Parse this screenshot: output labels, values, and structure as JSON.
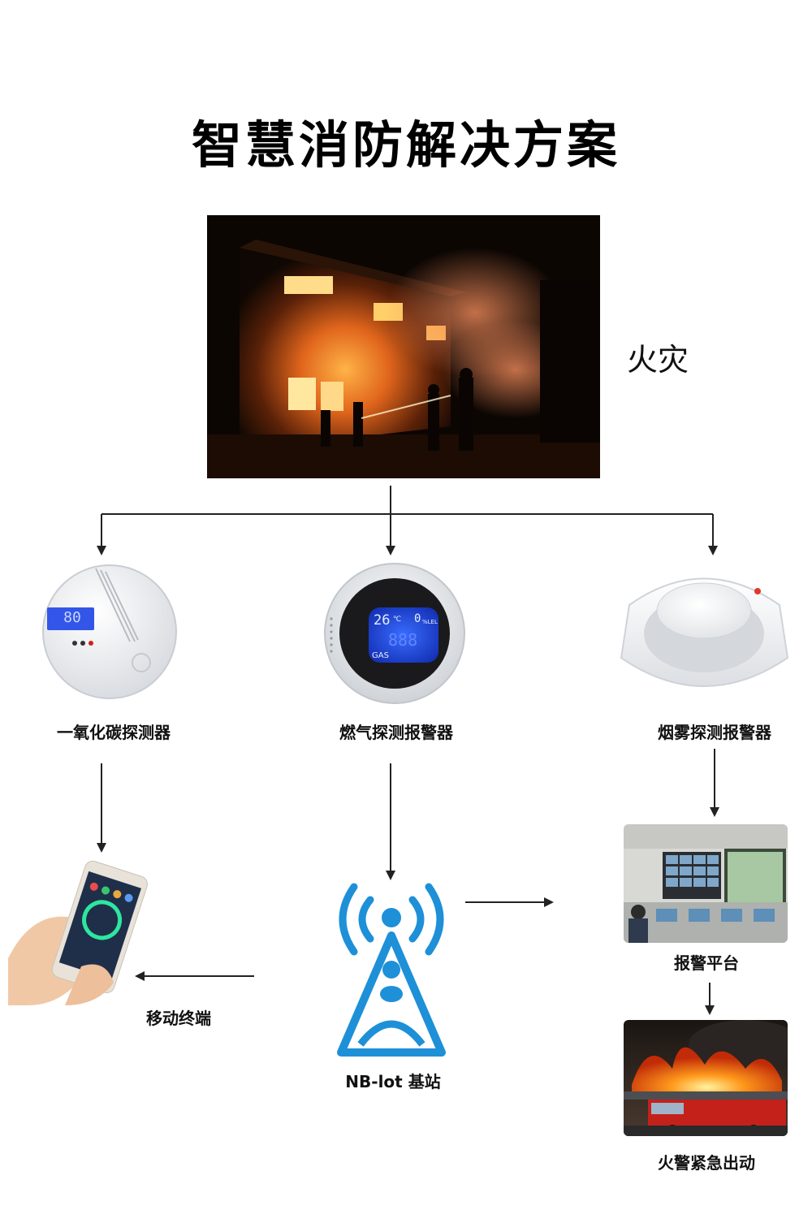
{
  "title": "智慧消防解决方案",
  "fire_label": "火灾",
  "devices": {
    "co_detector": {
      "label": "一氧化碳探测器",
      "display": "80"
    },
    "gas_alarm": {
      "label": "燃气探测报警器",
      "temp": "26",
      "temp_unit": "℃",
      "lel": "0",
      "lel_unit": "%LEL",
      "segment": "888",
      "gas_text": "GAS"
    },
    "smoke_alarm": {
      "label": "烟雾探测报警器"
    }
  },
  "mobile_label": "移动终端",
  "base_station_label": "NB-lot 基站",
  "alarm_platform_label": "报警平台",
  "emergency_label": "火警紧急出动",
  "colors": {
    "signal_blue": "#1e90d8",
    "lcd_blue": "#2a55ff",
    "arrow": "#222222"
  }
}
